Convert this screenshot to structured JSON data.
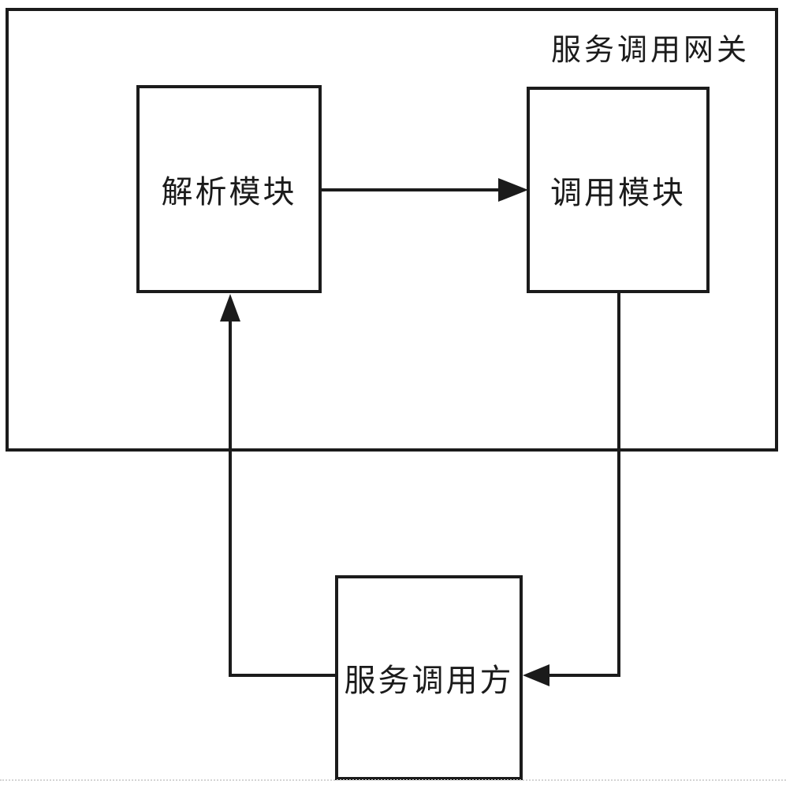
{
  "figure": {
    "title": "服务调用网关",
    "nodes": {
      "parse": {
        "label": "解析模块"
      },
      "invoke": {
        "label": "调用模块"
      },
      "caller": {
        "label": "服务调用方"
      }
    },
    "edges": [
      {
        "from": "解析模块",
        "to": "调用模块",
        "arrow": "right"
      },
      {
        "from": "调用模块",
        "to": "服务调用方",
        "arrow": "left"
      },
      {
        "from": "服务调用方",
        "to": "解析模块",
        "arrow": "up"
      }
    ],
    "colors": {
      "line": "#1b1b1b",
      "background": "#ffffff"
    }
  }
}
